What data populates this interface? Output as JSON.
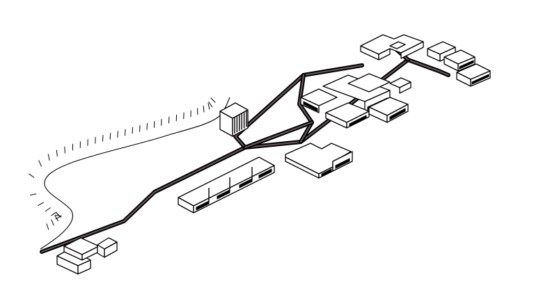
{
  "diagram": {
    "style": "axonometric line drawing",
    "colors": {
      "background": "#ffffff",
      "ink": "#000000",
      "road_fill": "#6a5a60"
    },
    "elements": [
      "road-network",
      "terrain-contour",
      "slope-hatching",
      "building-cluster-northeast",
      "building-cluster-east",
      "main-building-complex",
      "tower-block",
      "cross-shaped-building",
      "long-slab-building",
      "building-cluster-southwest"
    ]
  }
}
